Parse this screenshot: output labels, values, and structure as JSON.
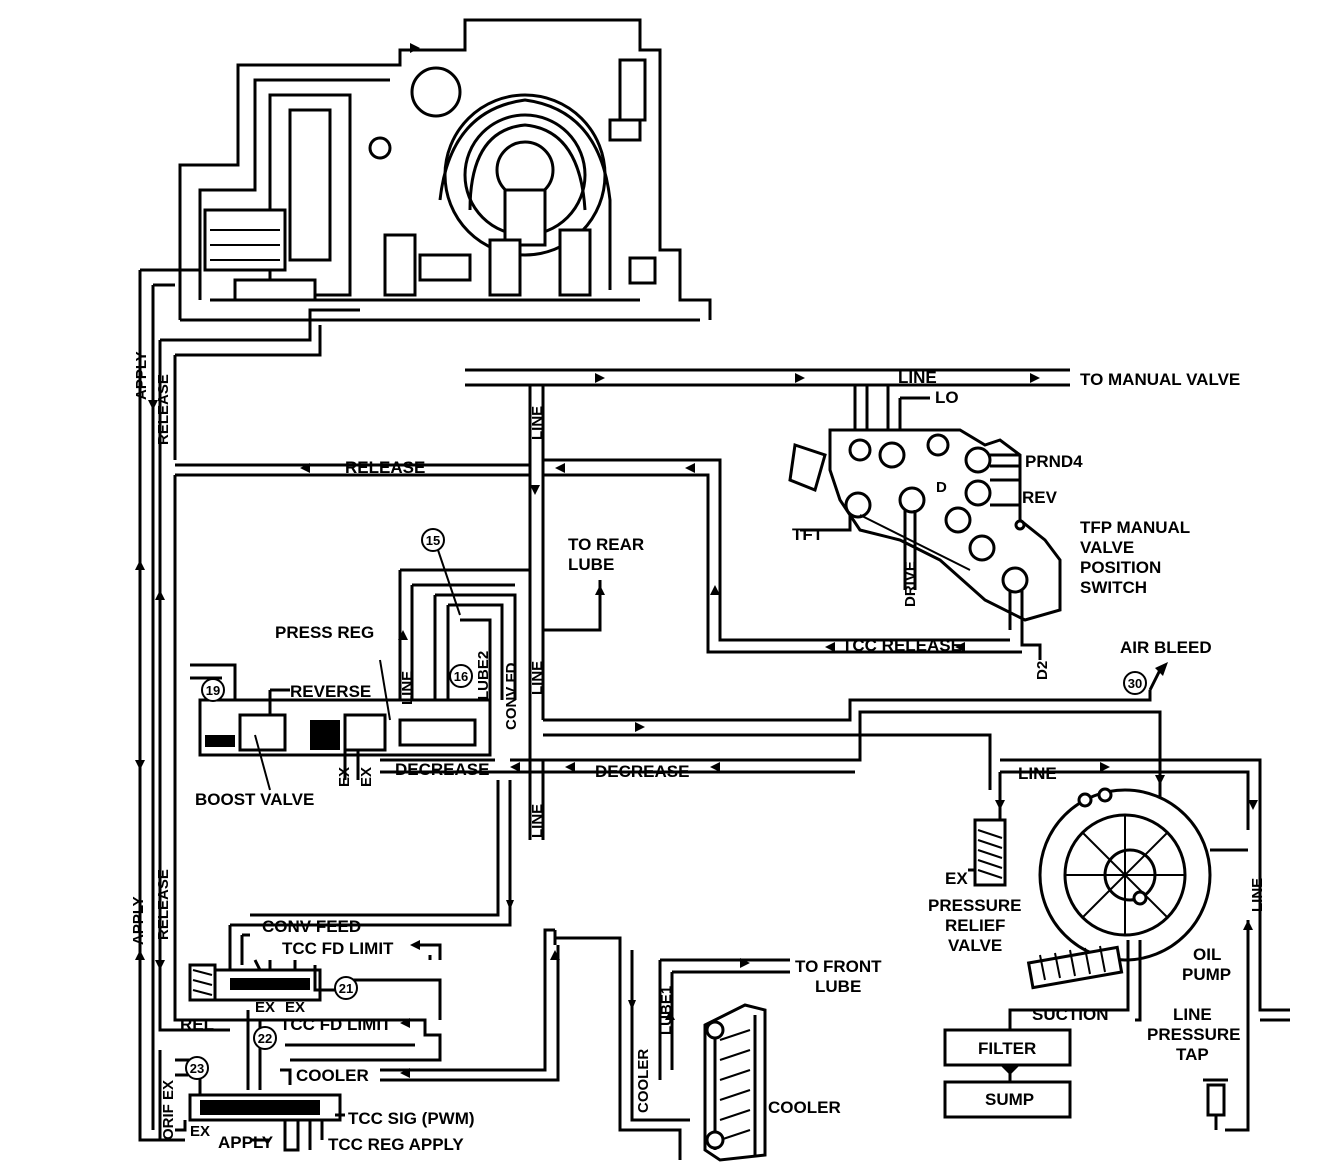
{
  "labels": {
    "line_top": "LINE",
    "lo": "LO",
    "to_manual_valve": "TO MANUAL VALVE",
    "prnd4": "PRND4",
    "rev": "REV",
    "tft": "TFT",
    "d_mark": "D",
    "drive": "DRIVE",
    "tfp_line1": "TFP MANUAL",
    "tfp_line2": "VALVE",
    "tfp_line3": "POSITION",
    "tfp_line4": "SWITCH",
    "d2": "D2",
    "release_top": "RELEASE",
    "apply_left": "APPLY",
    "release_left": "RELEASE",
    "line_vert_top": "LINE",
    "to_rear": "TO REAR",
    "lube_rear": "LUBE",
    "press_reg": "PRESS REG",
    "reverse": "REVERSE",
    "boost_valve": "BOOST VALVE",
    "ex1": "EX",
    "ex2": "EX",
    "decrease1": "DECREASE",
    "decrease2": "DECREASE",
    "line_v1": "LINE",
    "lube2": "LUBE2",
    "conv_fd": "CONV FD",
    "line_v2": "LINE",
    "line_v3": "LINE",
    "tcc_release": "TCC RELEASE",
    "air_bleed": "AIR BLEED",
    "line_mid": "LINE",
    "ex_prv": "EX",
    "prv1": "PRESSURE",
    "prv2": "RELIEF",
    "prv3": "VALVE",
    "line_right": "LINE",
    "oil": "OIL",
    "pump": "PUMP",
    "suction": "SUCTION",
    "lptap1": "LINE",
    "lptap2": "PRESSURE",
    "lptap3": "TAP",
    "filter": "FILTER",
    "sump": "SUMP",
    "conv_feed": "CONV FEED",
    "tcc_fd_limit1": "TCC FD LIMIT",
    "ex3": "EX",
    "ex4": "EX",
    "rel": "REL",
    "tcc_fd_limit2": "TCC FD LIMIT",
    "cooler_small": "COOLER",
    "tcc_sig": "TCC SIG (PWM)",
    "apply_bottom": "APPLY",
    "tcc_reg_apply": "TCC REG APPLY",
    "orif_ex": "ORIF EX",
    "ex5": "EX",
    "to_front": "TO FRONT",
    "lube_front": "LUBE",
    "lube1": "LUBE1",
    "cooler_vert": "COOLER",
    "cooler_big": "COOLER"
  },
  "callouts": {
    "c15": "15",
    "c16": "16",
    "c19": "19",
    "c21": "21",
    "c22": "22",
    "c23": "23",
    "c30": "30"
  }
}
